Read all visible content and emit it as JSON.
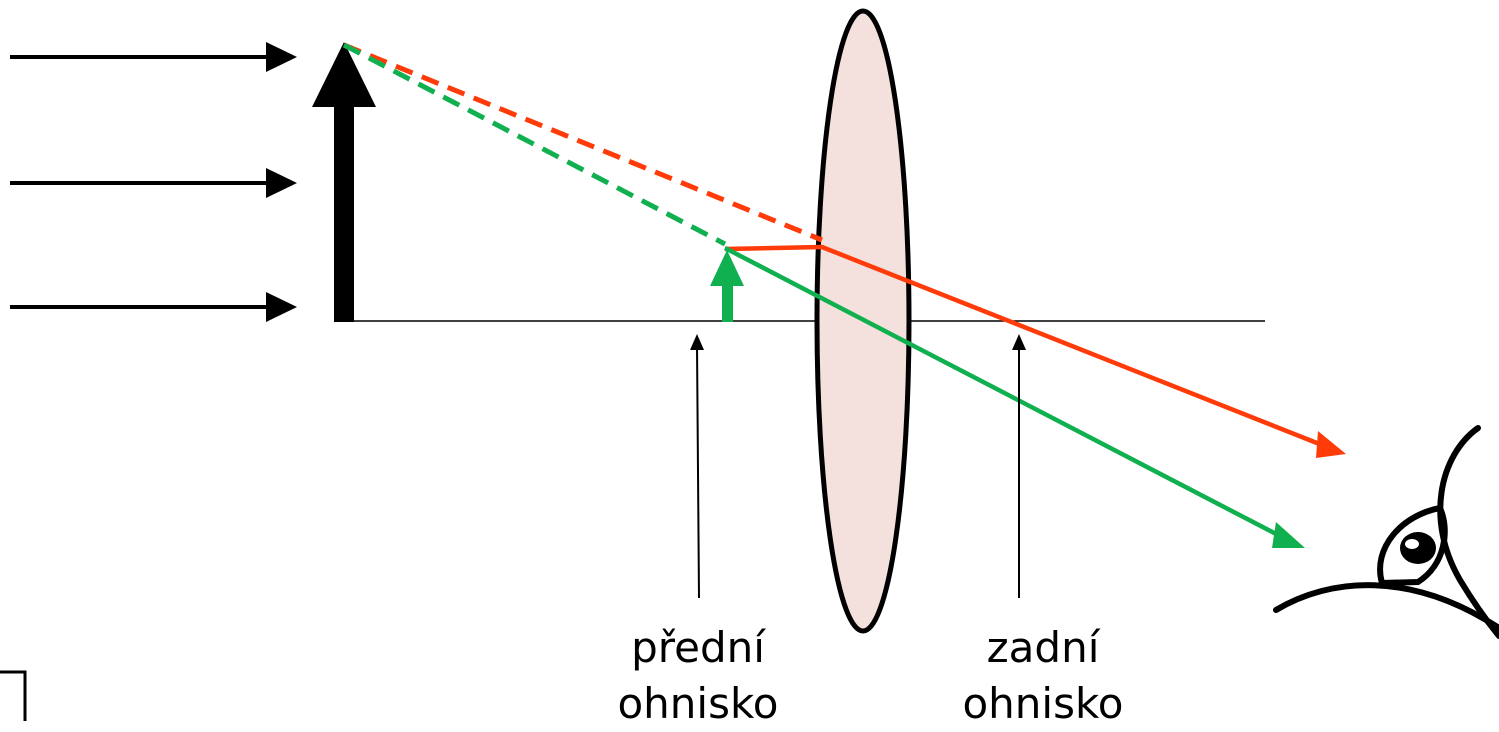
{
  "labels": {
    "front_focus": {
      "line1": "přední",
      "line2": "ohnisko"
    },
    "back_focus": {
      "line1": "zadní",
      "line2": "ohnisko"
    }
  },
  "colors": {
    "object": "#000000",
    "axis": "#000000",
    "ray_red": "#ff3b0a",
    "ray_green": "#10b050",
    "image_arrow": "#10b050",
    "lens_fill": "#f4e0dc",
    "lens_stroke": "#000000"
  },
  "icons": {
    "eye": "eye-icon",
    "lens": "convex-lens"
  }
}
